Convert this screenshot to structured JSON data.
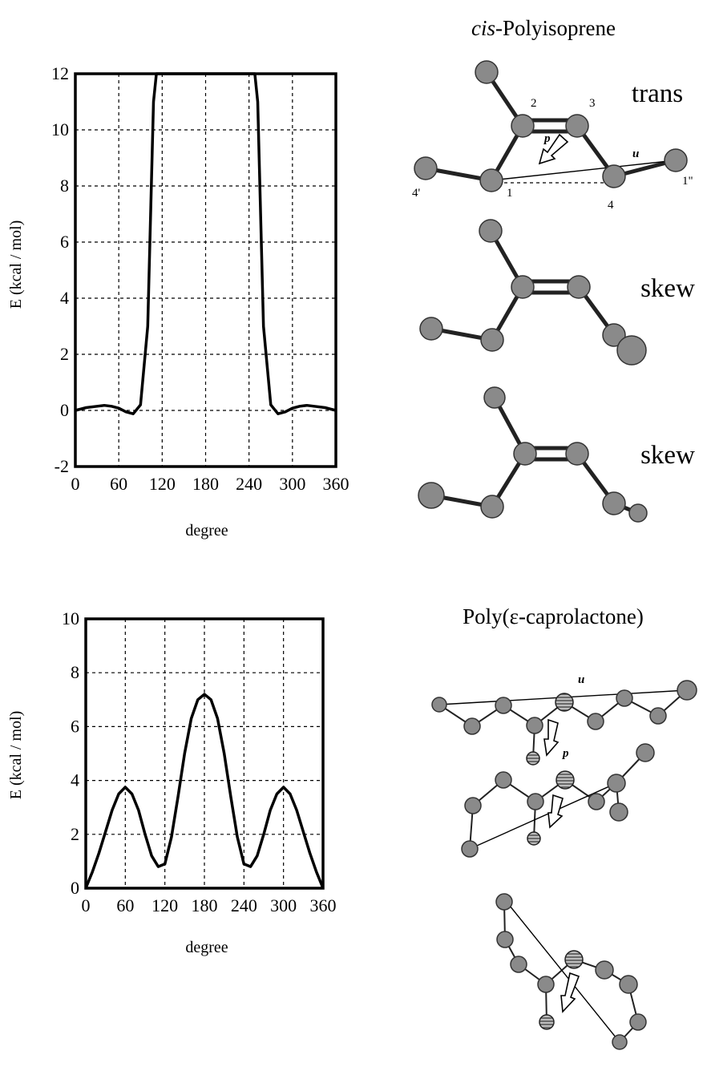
{
  "chart_data": [
    {
      "type": "line",
      "title": "",
      "xlabel": "degree",
      "ylabel": "E (kcal / mol)",
      "xlim": [
        0,
        360
      ],
      "ylim": [
        -2,
        12
      ],
      "xticks": [
        "0",
        "60",
        "120",
        "180",
        "240",
        "300",
        "360"
      ],
      "yticks": [
        "-2",
        "0",
        "2",
        "4",
        "6",
        "8",
        "10",
        "12"
      ],
      "grid": true,
      "series": [
        {
          "x": [
            0,
            15,
            30,
            40,
            50,
            60,
            70,
            80,
            90,
            100,
            104,
            108,
            112,
            248,
            252,
            256,
            260,
            270,
            280,
            290,
            300,
            310,
            320,
            330,
            345,
            360
          ],
          "y": [
            0.0,
            0.1,
            0.15,
            0.18,
            0.15,
            0.08,
            -0.05,
            -0.12,
            0.2,
            3.0,
            7.0,
            11.0,
            13.0,
            13.0,
            11.0,
            7.0,
            3.0,
            0.2,
            -0.12,
            -0.05,
            0.08,
            0.15,
            0.18,
            0.15,
            0.1,
            0.0
          ]
        }
      ]
    },
    {
      "type": "line",
      "title": "",
      "xlabel": "degree",
      "ylabel": "E (kcal / mol)",
      "xlim": [
        0,
        360
      ],
      "ylim": [
        0,
        10
      ],
      "xticks": [
        "0",
        "60",
        "120",
        "180",
        "240",
        "300",
        "360"
      ],
      "yticks": [
        "0",
        "2",
        "4",
        "6",
        "8",
        "10"
      ],
      "grid": true,
      "series": [
        {
          "x": [
            0,
            5,
            10,
            20,
            30,
            40,
            50,
            60,
            70,
            80,
            90,
            100,
            110,
            120,
            130,
            140,
            150,
            160,
            170,
            180,
            190,
            200,
            210,
            220,
            230,
            240,
            250,
            260,
            270,
            280,
            290,
            300,
            310,
            320,
            330,
            340,
            350,
            355,
            360
          ],
          "y": [
            0.0,
            0.3,
            0.6,
            1.3,
            2.1,
            2.9,
            3.5,
            3.75,
            3.5,
            2.9,
            2.0,
            1.2,
            0.8,
            0.9,
            1.9,
            3.4,
            5.0,
            6.3,
            7.0,
            7.2,
            7.0,
            6.3,
            5.0,
            3.4,
            1.9,
            0.9,
            0.8,
            1.2,
            2.0,
            2.9,
            3.5,
            3.75,
            3.5,
            2.9,
            2.1,
            1.3,
            0.6,
            0.3,
            0.0
          ]
        }
      ]
    }
  ],
  "molecules": {
    "polyisoprene": {
      "title_italic": "cis",
      "title_rest": "-Polyisoprene",
      "conformers": [
        "trans",
        "skew",
        "skew"
      ],
      "atom_labels": [
        "4'",
        "1",
        "2",
        "3",
        "4",
        "1\""
      ],
      "vector_labels": [
        "p",
        "u"
      ]
    },
    "caprolactone": {
      "title": "Poly(ε-caprolactone)",
      "vector_labels": [
        "u",
        "p"
      ]
    }
  },
  "colors": {
    "atom": "#8a8a8a",
    "line": "#000000",
    "background": "#ffffff"
  }
}
